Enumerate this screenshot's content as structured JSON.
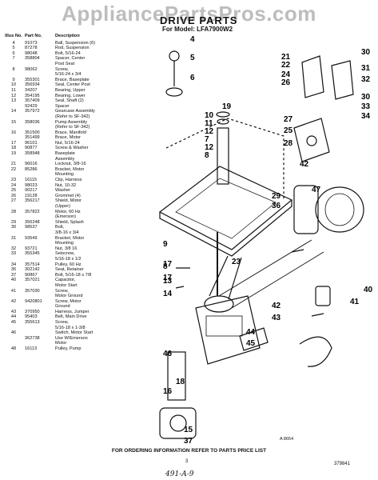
{
  "watermark": "AppliancePartsPros.com",
  "title": "DRIVE PARTS",
  "model": "For Model: LFA7900W2",
  "headers": {
    "illus": "Illus No.",
    "part": "Part No.",
    "desc": "Description"
  },
  "parts": [
    {
      "no": "4",
      "part": "91073",
      "desc": "Ball, Suspension (6)"
    },
    {
      "no": "5",
      "part": "87278",
      "desc": "Rod, Suspension"
    },
    {
      "no": "6",
      "part": "98048",
      "desc": "Bolt, 5/16-24"
    },
    {
      "no": "7",
      "part": "358804",
      "desc": "Spacer, Center"
    },
    {
      "no": "",
      "part": "",
      "desc": "Post Seal"
    },
    {
      "no": "8",
      "part": "98062",
      "desc": "Screw,"
    },
    {
      "no": "",
      "part": "",
      "desc": "5/16-24 x 3/4"
    },
    {
      "no": "9",
      "part": "355301",
      "desc": "Brace, Baseplate"
    },
    {
      "no": "10",
      "part": "356934",
      "desc": "Seal, Center Post"
    },
    {
      "no": "11",
      "part": "34207",
      "desc": "Bearing, Upper"
    },
    {
      "no": "12",
      "part": "354195",
      "desc": "Bearing, Lower"
    },
    {
      "no": "13",
      "part": "357409",
      "desc": "Seal, Shaft (2)"
    },
    {
      "no": "",
      "part": "92429",
      "desc": "Spacer"
    },
    {
      "no": "14",
      "part": "357972",
      "desc": "Gearcase Assembly"
    },
    {
      "no": "",
      "part": "",
      "desc": "(Refer to SF-342)"
    },
    {
      "no": "15",
      "part": "358036",
      "desc": "Pump Assembly"
    },
    {
      "no": "",
      "part": "",
      "desc": "(Refer to SF-342)"
    },
    {
      "no": "16",
      "part": "351500",
      "desc": "Brace, Manifold"
    },
    {
      "no": "",
      "part": "351499",
      "desc": "Brace, Motor"
    },
    {
      "no": "17",
      "part": "96101",
      "desc": "Nut, 5/16-24"
    },
    {
      "no": "18",
      "part": "90877",
      "desc": "Screw & Washer"
    },
    {
      "no": "19",
      "part": "358948",
      "desc": "Baseplate"
    },
    {
      "no": "",
      "part": "",
      "desc": "Assembly"
    },
    {
      "no": "21",
      "part": "96016",
      "desc": "Locknut, 3/8-16"
    },
    {
      "no": "22",
      "part": "85286",
      "desc": "Bracket, Motor"
    },
    {
      "no": "",
      "part": "",
      "desc": "Mounting"
    },
    {
      "no": "23",
      "part": "16115",
      "desc": "Clip, Harness"
    },
    {
      "no": "24",
      "part": "98023",
      "desc": "Nut, 10-32"
    },
    {
      "no": "25",
      "part": "90217",
      "desc": "Washer"
    },
    {
      "no": "26",
      "part": "19128",
      "desc": "Grommet (4)"
    },
    {
      "no": "27",
      "part": "356217",
      "desc": "Shield, Motor"
    },
    {
      "no": "",
      "part": "",
      "desc": "(Upper)"
    },
    {
      "no": "28",
      "part": "357822",
      "desc": "Motor, 60 Hz"
    },
    {
      "no": "",
      "part": "",
      "desc": "(Emerson)"
    },
    {
      "no": "29",
      "part": "356248",
      "desc": "Shield, Splash"
    },
    {
      "no": "30",
      "part": "98537",
      "desc": "Bolt,"
    },
    {
      "no": "",
      "part": "",
      "desc": "3/8-16 x 3/4"
    },
    {
      "no": "31",
      "part": "93549",
      "desc": "Bracket, Motor"
    },
    {
      "no": "",
      "part": "",
      "desc": "Mounting"
    },
    {
      "no": "32",
      "part": "93721",
      "desc": "Nut, 3/8 16"
    },
    {
      "no": "33",
      "part": "355345",
      "desc": "Setscrew,"
    },
    {
      "no": "",
      "part": "",
      "desc": "5/16-18 x 1/2"
    },
    {
      "no": "34",
      "part": "357514",
      "desc": "Pulley, 60 Hz"
    },
    {
      "no": "36",
      "part": "302142",
      "desc": "Seat, Retainer"
    },
    {
      "no": "37",
      "part": "90867",
      "desc": "Bolt, 5/16-18 x 7/8"
    },
    {
      "no": "40",
      "part": "357021",
      "desc": "Capacitor,"
    },
    {
      "no": "",
      "part": "",
      "desc": "Motor Start"
    },
    {
      "no": "41",
      "part": "357030",
      "desc": "Screw,"
    },
    {
      "no": "",
      "part": "",
      "desc": "Motor Ground"
    },
    {
      "no": "42",
      "part": "9420801",
      "desc": "Screw, Motor"
    },
    {
      "no": "",
      "part": "",
      "desc": "Ground"
    },
    {
      "no": "43",
      "part": "370950",
      "desc": "Harness, Jumper"
    },
    {
      "no": "44",
      "part": "95403",
      "desc": "Belt, Main Drive"
    },
    {
      "no": "45",
      "part": "355613",
      "desc": "Screw,"
    },
    {
      "no": "",
      "part": "",
      "desc": "5/16-18 x 1-3/8"
    },
    {
      "no": "46",
      "part": "",
      "desc": "Switch, Motor Start"
    },
    {
      "no": "",
      "part": "362738",
      "desc": "Use W/Emerson"
    },
    {
      "no": "",
      "part": "",
      "desc": "Motor"
    },
    {
      "no": "48",
      "part": "16113",
      "desc": "Pulley, Pump"
    }
  ],
  "callouts": [
    "4",
    "5",
    "6",
    "19",
    "10",
    "11",
    "12",
    "7",
    "12",
    "8",
    "9",
    "17",
    "13",
    "14",
    "16",
    "18",
    "46",
    "15",
    "37",
    "21",
    "22",
    "24",
    "26",
    "30",
    "31",
    "32",
    "30",
    "33",
    "34",
    "27",
    "25",
    "28",
    "42",
    "47",
    "29",
    "36",
    "23",
    "40",
    "41",
    "44",
    "45",
    "42",
    "43",
    "8",
    "17"
  ],
  "footer": "FOR ORDERING INFORMATION REFER TO PARTS PRICE LIST",
  "art_no": "A 8654",
  "page": "3",
  "doc_no": "379841",
  "handwriting": "491-A-9"
}
